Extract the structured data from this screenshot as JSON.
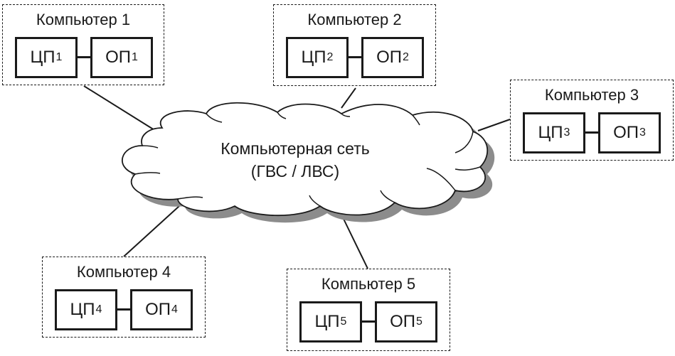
{
  "network": {
    "line1": "Компьютерная сеть",
    "line2": "(ГВС / ЛВС)"
  },
  "computers": [
    {
      "title": "Компьютер 1",
      "cpu": "ЦП",
      "cpu_index": "1",
      "mem": "ОП",
      "mem_index": "1"
    },
    {
      "title": "Компьютер 2",
      "cpu": "ЦП",
      "cpu_index": "2",
      "mem": "ОП",
      "mem_index": "2"
    },
    {
      "title": "Компьютер 3",
      "cpu": "ЦП",
      "cpu_index": "3",
      "mem": "ОП",
      "mem_index": "3"
    },
    {
      "title": "Компьютер 4",
      "cpu": "ЦП",
      "cpu_index": "4",
      "mem": "ОП",
      "mem_index": "4"
    },
    {
      "title": "Компьютер 5",
      "cpu": "ЦП",
      "cpu_index": "5",
      "mem": "ОП",
      "mem_index": "5"
    }
  ]
}
